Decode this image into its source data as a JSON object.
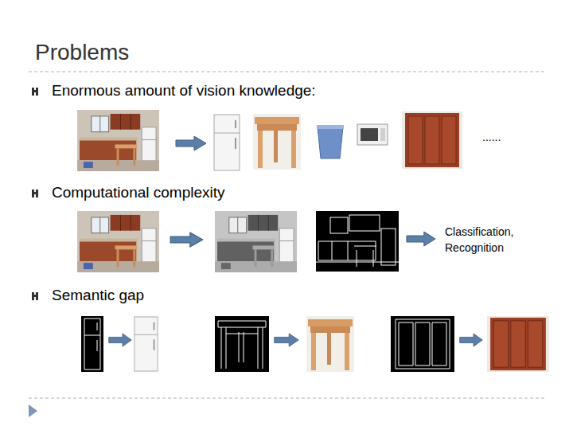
{
  "diagram": {
    "title": "Problems",
    "labels": [
      "Enormous amount of vision knowledge:",
      "......",
      "Computational complexity",
      "Classification, Recognition",
      "Semantic gap"
    ]
  }
}
